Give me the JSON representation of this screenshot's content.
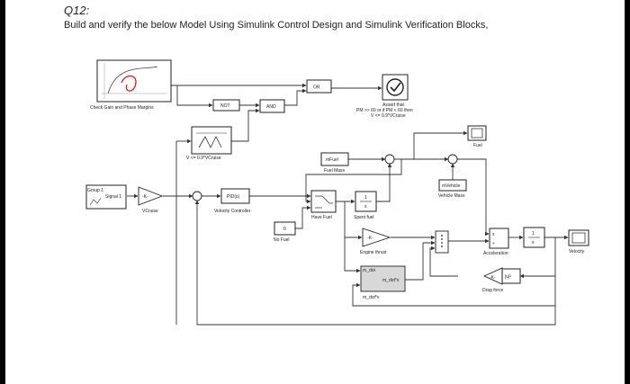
{
  "heading": {
    "question": "Q12:",
    "instruction": "Build and verify the below Model Using Simulink Control Design and Simulink Verification Blocks,"
  },
  "blocks": {
    "check_gain_phase": {
      "label": "Check Gain and Phase Margins"
    },
    "or_block": {
      "text": "OR"
    },
    "not_block": {
      "text": "NOT"
    },
    "and_block": {
      "text": "AND"
    },
    "assert_block": {
      "label_line1": "Assert that",
      "label_line2": "PM >> 60 or if PM < 60 then",
      "label_line3": "V <= 0.9*VCruise"
    },
    "relay_block": {
      "label": "V <= 0.9*VCruise"
    },
    "fuel_scope": {
      "label": "Fuel"
    },
    "mfuel_const": {
      "text": "mFuel",
      "label": "Fuel Mass"
    },
    "mvehicle_const": {
      "text": "mVehicle",
      "label": "Vehicle Mass"
    },
    "group1": {
      "text": "Group 1",
      "signal": "Signal 1"
    },
    "vcruise_gain": {
      "text": "-K-",
      "label": "VCruise"
    },
    "pid_block": {
      "text": "PID(s)",
      "label": "Velocity Controller"
    },
    "have_fuel_switch": {
      "label": "Have Fuel"
    },
    "spent_fuel_int": {
      "text_num": "1",
      "text_den": "s",
      "label": "Spent fuel"
    },
    "no_fuel_const": {
      "text": "0",
      "label": "No Fuel"
    },
    "engine_thrust_gain": {
      "text": "-K-",
      "label": "Engine thrust"
    },
    "accel_product": {
      "label": "Acceleration"
    },
    "velocity_int": {
      "text_num": "1",
      "text_den": "s"
    },
    "velocity_scope": {
      "label": "Velocity"
    },
    "mdot_block": {
      "in1": "m_dot",
      "out": "m_dot*v",
      "in2": "m_dot*v"
    },
    "drag_gain": {
      "text": "-K-",
      "label": "Drag force"
    },
    "abs_block": {
      "text": "|u|²"
    }
  }
}
